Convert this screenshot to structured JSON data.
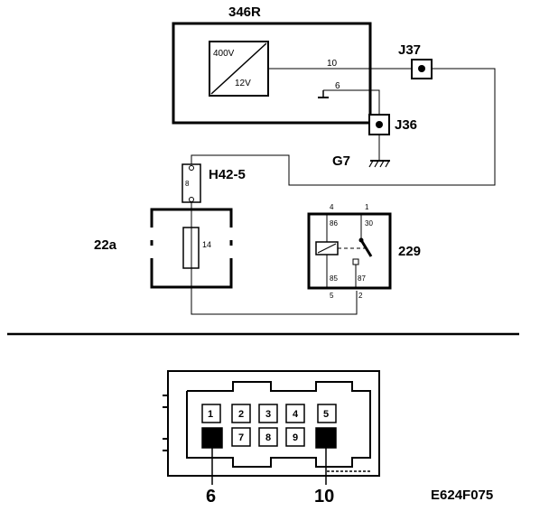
{
  "upper_diagram": {
    "components": {
      "converter": {
        "id": "346R",
        "input_voltage": "400V",
        "output_voltage": "12V"
      },
      "junction_top": {
        "id": "J37"
      },
      "junction_ground": {
        "id": "J36"
      },
      "ground": {
        "id": "G7"
      },
      "connector": {
        "id": "H42-5",
        "pin": "8"
      },
      "fuse": {
        "id": "22a",
        "number": "14"
      },
      "relay": {
        "id": "229",
        "terminals": [
          "86",
          "30",
          "85",
          "87"
        ],
        "pins": [
          "4",
          "1",
          "5",
          "2"
        ]
      }
    },
    "wires": {
      "converter_out": "10",
      "converter_ground": "6"
    }
  },
  "connector_view": {
    "top_row": [
      "1",
      "2",
      "3",
      "4",
      "5"
    ],
    "bottom_row": [
      "7",
      "8",
      "9"
    ],
    "callouts": [
      "6",
      "10"
    ]
  },
  "figure_code": "E624F075"
}
